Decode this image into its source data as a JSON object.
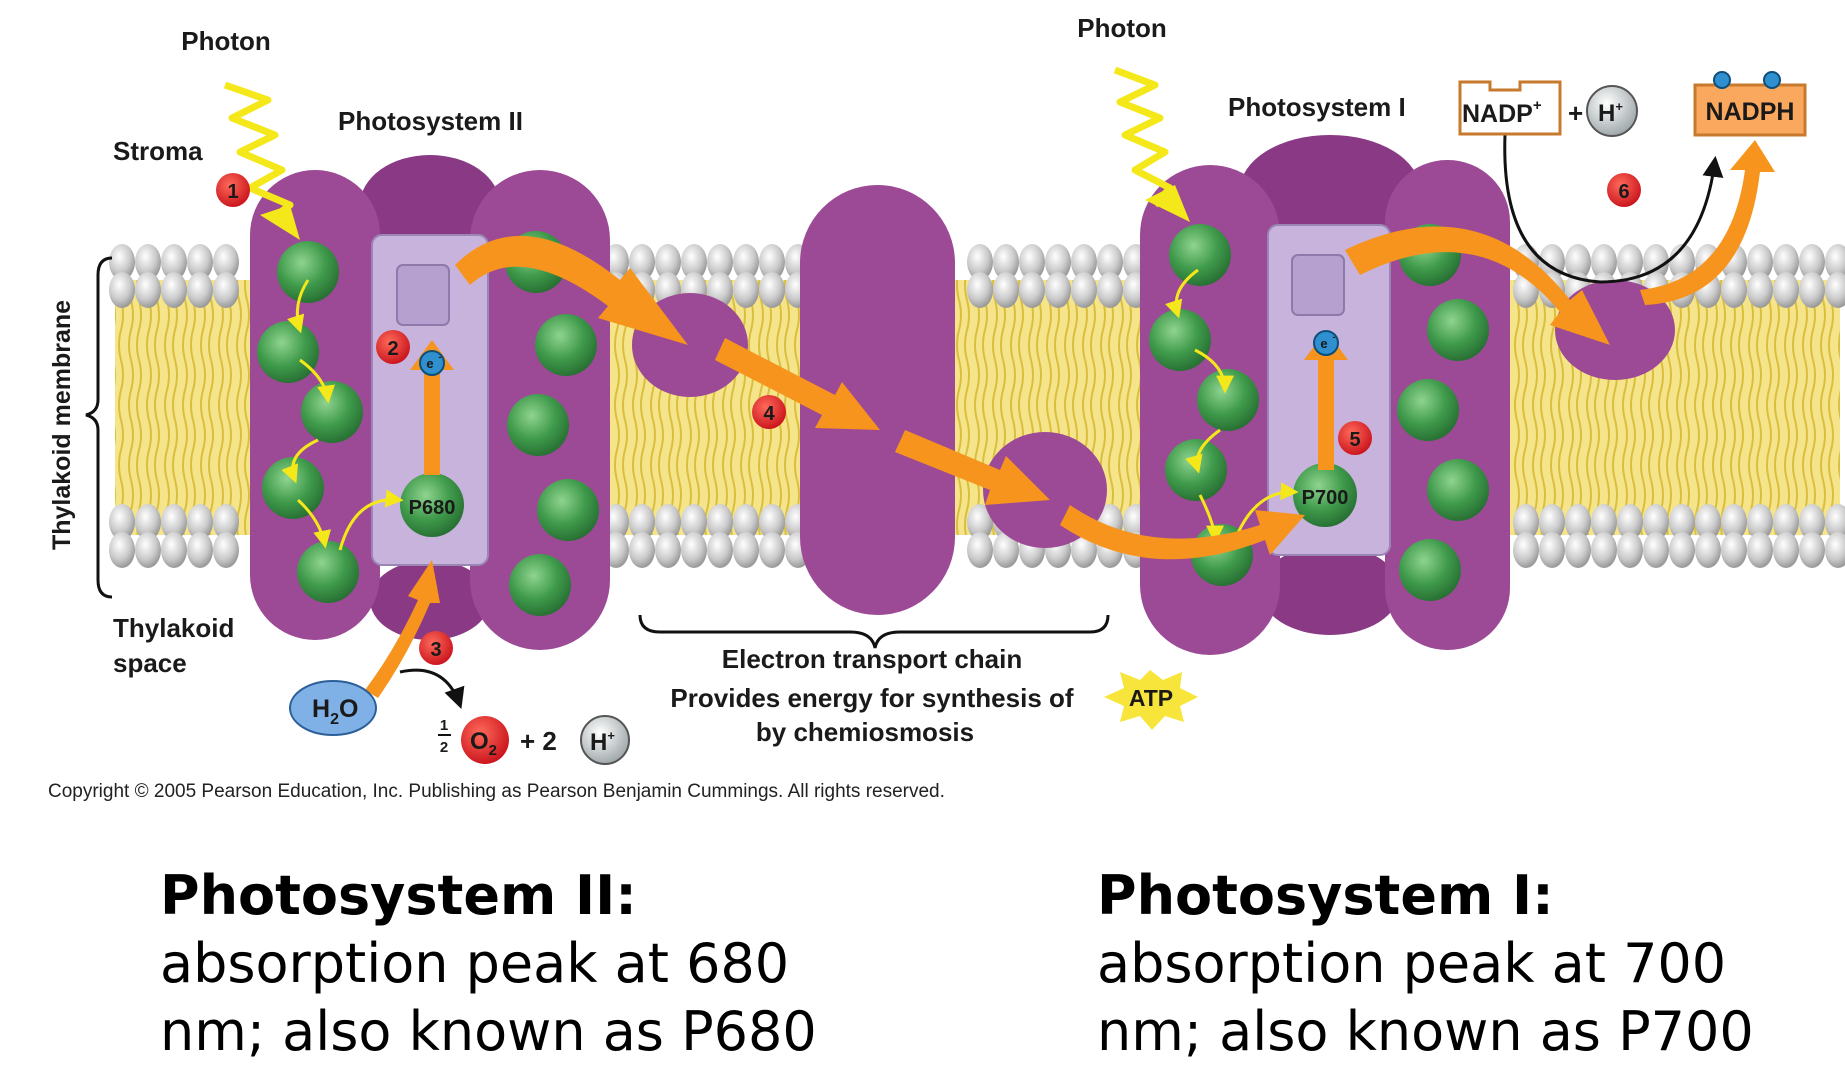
{
  "diagram": {
    "labels": {
      "photon_left": "Photon",
      "photon_right": "Photon",
      "stroma": "Stroma",
      "photosystem_ii": "Photosystem II",
      "photosystem_i": "Photosystem I",
      "thylakoid_membrane": "Thylakoid membrane",
      "thylakoid_space_1": "Thylakoid",
      "thylakoid_space_2": "space",
      "p680": "P680",
      "p700": "P700",
      "electron": "e",
      "electron_sup": "-",
      "h2o_h": "H",
      "h2o_sub": "2",
      "h2o_o": "O",
      "half_num": "1",
      "half_den": "2",
      "o2_o": "O",
      "o2_sub": "2",
      "plus_two": "+ 2",
      "h_ion": "H",
      "h_ion_sup": "+",
      "nadp": "NADP",
      "nadp_sup": "+",
      "plus": "+",
      "nadph": "NADPH",
      "etc_line1": "Electron transport chain",
      "etc_line2": "Provides energy for synthesis of",
      "etc_line3": "by chemiosmosis",
      "atp": "ATP"
    },
    "steps": [
      "1",
      "2",
      "3",
      "4",
      "5",
      "6"
    ],
    "copyright": "Copyright © 2005 Pearson Education, Inc. Publishing as Pearson Benjamin Cummings. All rights reserved."
  },
  "captions": {
    "left_title": "Photosystem II:",
    "left_text": "absorption peak at 680 nm; also known as P680",
    "right_title": "Photosystem I:",
    "right_text": "absorption peak at 700 nm; also known as P700"
  },
  "colors": {
    "protein": "#9c4a95",
    "protein_dark": "#7a2f74",
    "pigment": "#3f9a4b",
    "arrow": "#f7941d",
    "photon": "#f5e81a",
    "membrane_tail": "#f3df7a",
    "step_badge": "#d7141a"
  }
}
